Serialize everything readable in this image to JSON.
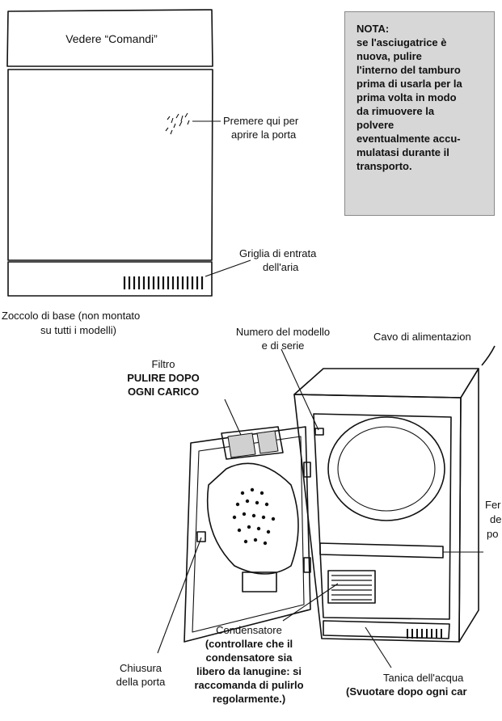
{
  "front_view": {
    "panel_label": "Vedere “Comandi”",
    "door_press_label": [
      "Premere qui per",
      "aprire la porta"
    ],
    "air_grille_label": [
      "Griglia di entrata",
      "dell'aria"
    ],
    "plinth_label": [
      "Zoccolo di base (non montato",
      "su tutti i modelli)"
    ]
  },
  "note": {
    "title": "NOTA:",
    "text": "se l'asciugatrice è\nnuova, pulire\nl'interno del tamburo\nprima di usarla per la\nprima volta in modo\nda rimuovere la\npolvere\neventualmente accu-\nmulatasi durante il\ntransporto."
  },
  "open_view": {
    "model_label": [
      "Numero del modello",
      "e di serie"
    ],
    "cable_label": "Cavo di  alimentazion",
    "filter_label": "Filtro",
    "filter_instruction": [
      "PULIRE DOPO",
      "OGNI CARICO"
    ],
    "door_stop_label": [
      "Fer",
      "de",
      "po"
    ],
    "condenser_label": "Condensatore",
    "condenser_instruction": [
      "(controllare che il",
      "condensatore sia",
      "libero da lanugine: si",
      "raccomanda di pulirlo",
      "regolarmente.)"
    ],
    "door_lock_label": [
      "Chiusura",
      "della porta"
    ],
    "water_tank_label": "Tanica dell'acqua",
    "water_tank_instruction": "(Svuotare dopo ogni car"
  }
}
